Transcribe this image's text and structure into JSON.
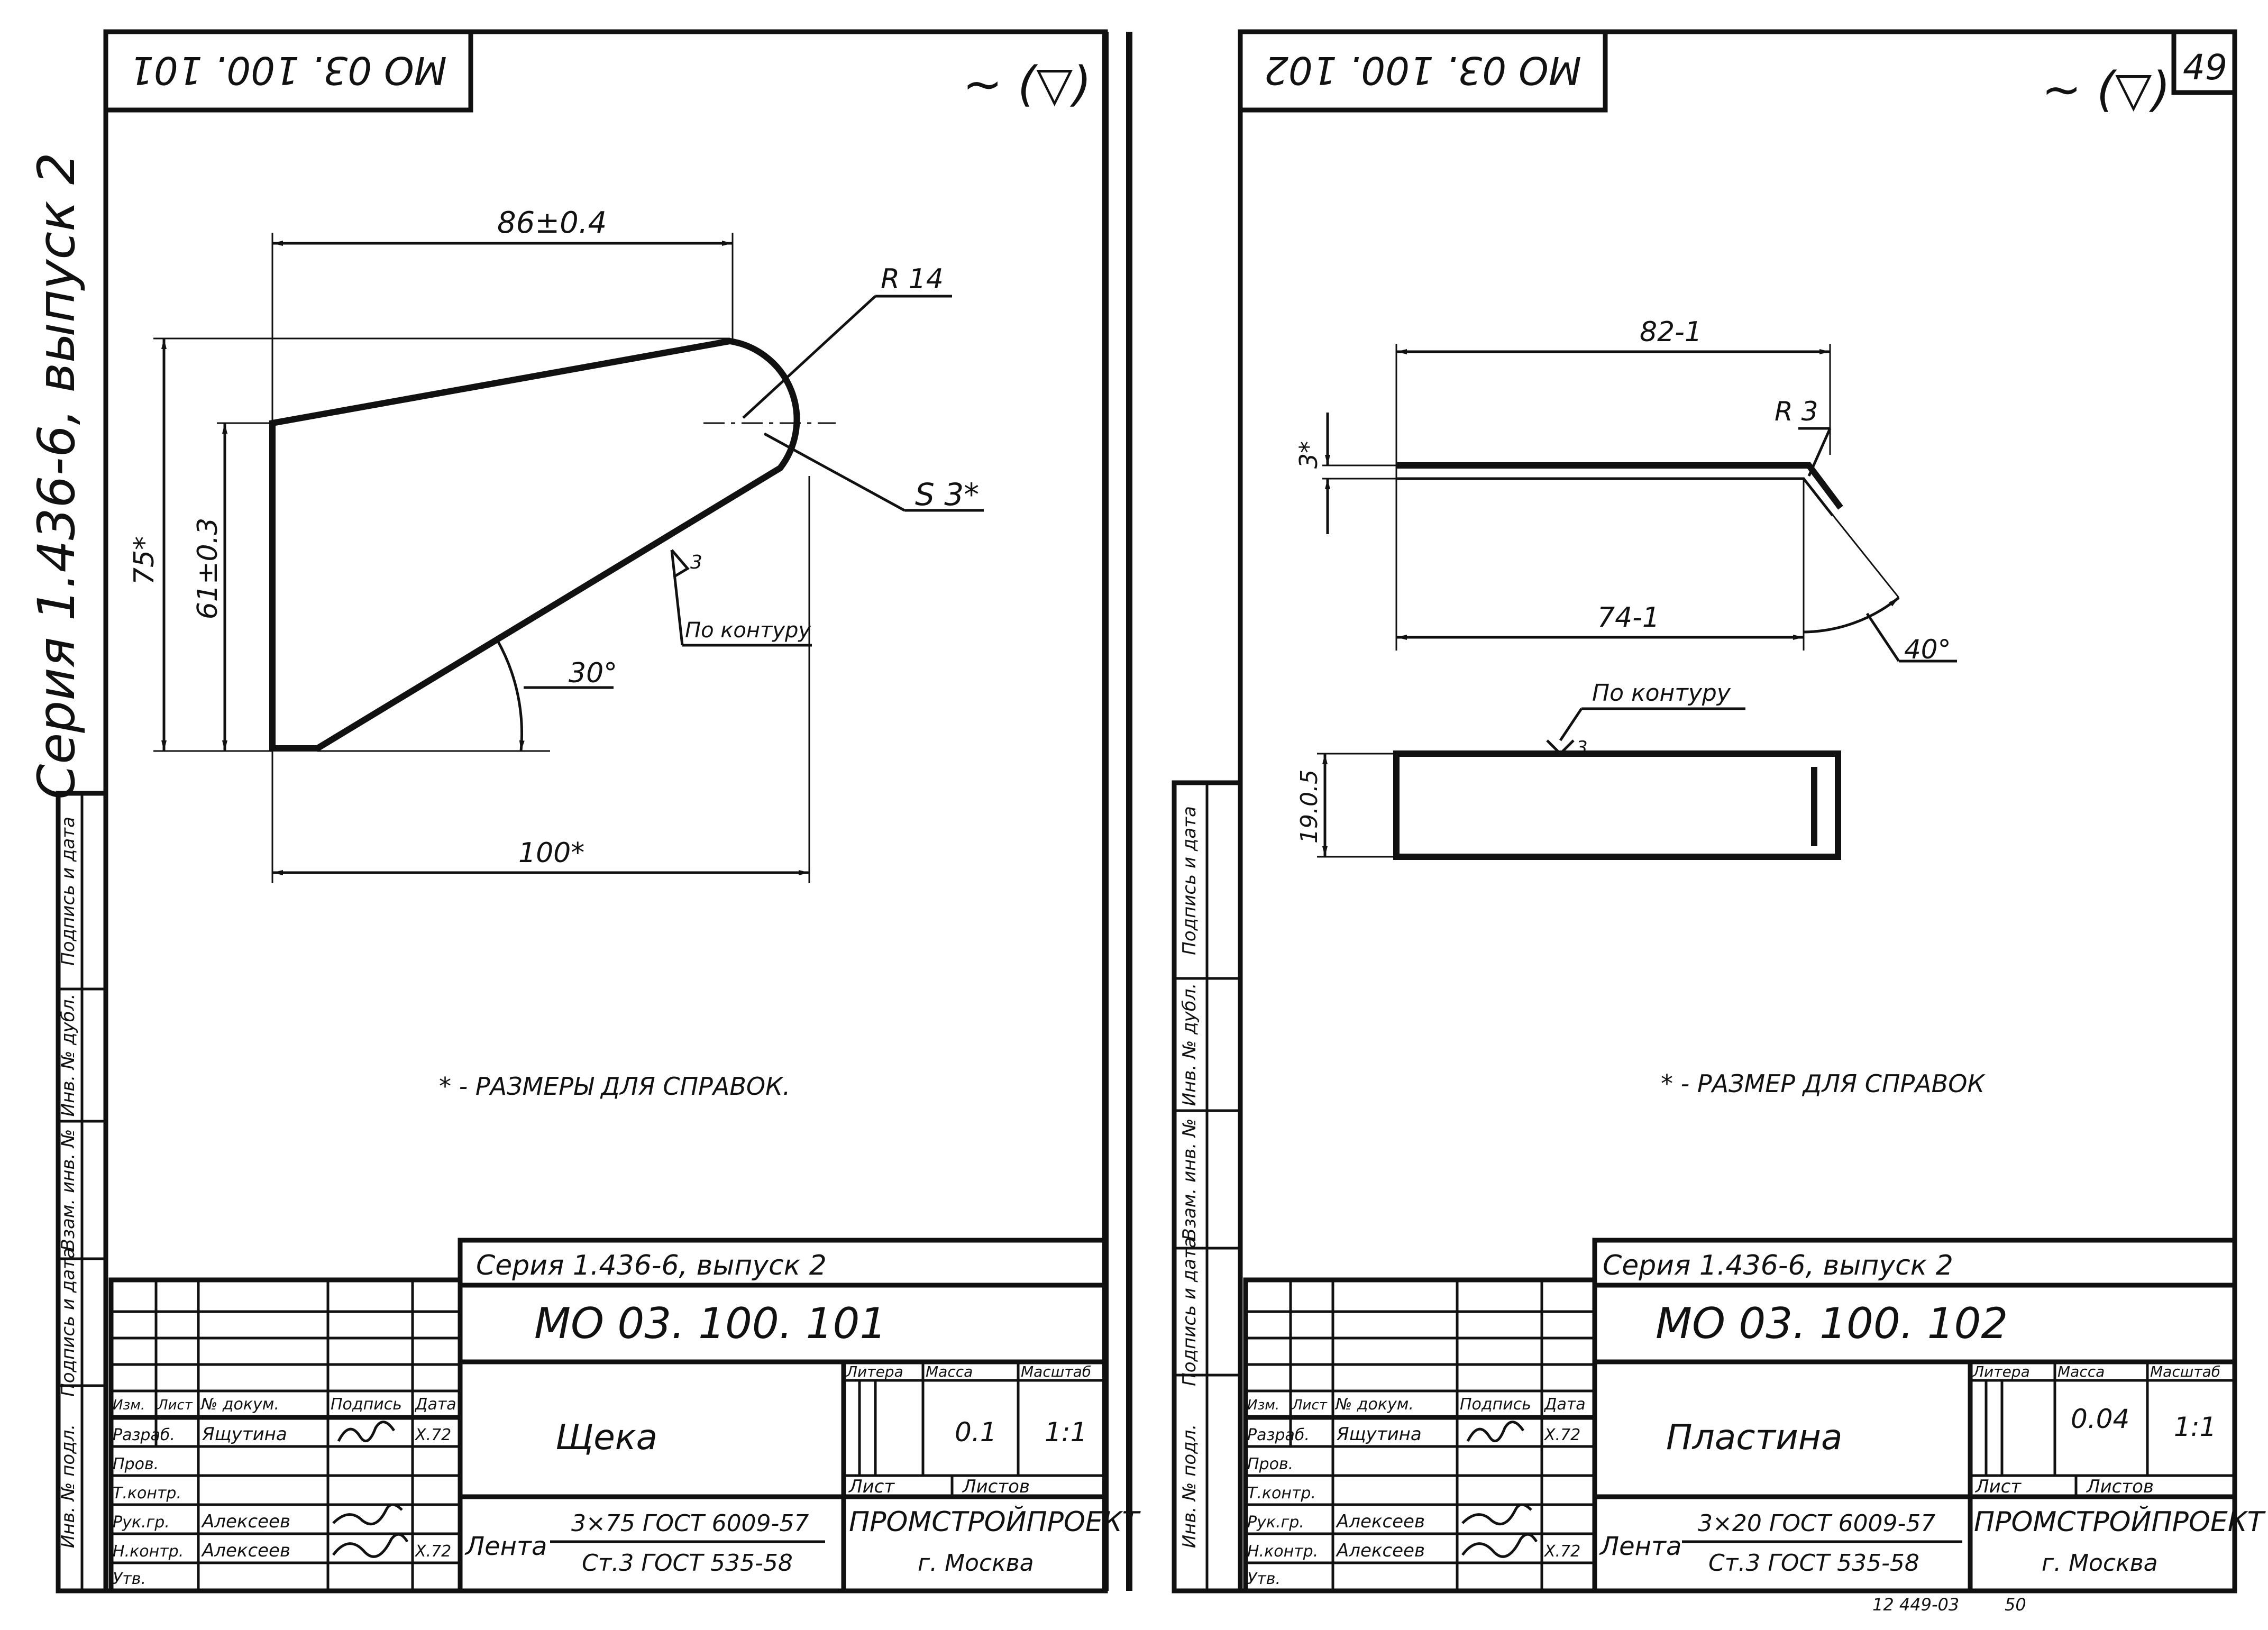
{
  "page_number": "49",
  "series_side": "Серия 1.436-6, выпуск 2",
  "footer_code": "12 449-03",
  "footer_num": "50",
  "side_stamp": {
    "left_labels": [
      "Инв. № подл.",
      "Подпись и дата",
      "Взам. инв. №",
      "Инв. № дубл.",
      "Подпись и дата"
    ],
    "right_labels": [
      "Инв. № подл.",
      "Подпись и дата",
      "Взам. инв. №",
      "Инв. № дубл.",
      "Подпись и дата"
    ]
  },
  "sheets": [
    {
      "corner_code": "МО 03. 100. 101",
      "roughness": "∼ (▽)",
      "dims": {
        "top": "86±0.4",
        "radius": "R 14",
        "s": "S 3*",
        "h75": "75*",
        "h61": "61±0.3",
        "angle": "30°",
        "contour": "По контуру",
        "weld": "3",
        "bottom": "100*"
      },
      "note": "* - РАЗМЕРЫ ДЛЯ СПРАВОК.",
      "title_block": {
        "series": "Серия 1.436-6, выпуск 2",
        "code": "МО 03. 100. 101",
        "name": "Щека",
        "hdr_izm": "Изм.",
        "hdr_list": "Лист",
        "hdr_doc": "№ докум.",
        "hdr_sign": "Подпись",
        "hdr_date": "Дата",
        "roles": [
          "Разраб.",
          "Пров.",
          "Т.контр.",
          "Рук.гр.",
          "Н.контр.",
          "Утв."
        ],
        "names": [
          "Ящутина",
          "",
          "",
          "Алексеев",
          "Алексеев",
          ""
        ],
        "date_dev": "Х.72",
        "date_nk": "Х.72",
        "litera": "Литера",
        "massa": "Масса",
        "masshtab": "Масштаб",
        "mass_val": "0.1",
        "scale_val": "1:1",
        "list": "Лист",
        "listov": "Листов",
        "material_label": "Лента",
        "material_top": "3×75 ГОСТ 6009-57",
        "material_bottom": "Ст.3 ГОСТ 535-58",
        "org": "ПРОМСТРОЙПРОЕКТ",
        "city": "г. Москва"
      }
    },
    {
      "corner_code": "МО 03. 100. 102",
      "roughness": "∼ (▽)",
      "dims": {
        "top": "82-1",
        "radius": "R 3",
        "thick": "3*",
        "bottom": "74-1",
        "angle": "40°",
        "contour": "По контуру",
        "weld": "3",
        "width": "19.0.5"
      },
      "note": "* - РАЗМЕР ДЛЯ СПРАВОК",
      "title_block": {
        "series": "Серия 1.436-6, выпуск 2",
        "code": "МО 03. 100. 102",
        "name": "Пластина",
        "hdr_izm": "Изм.",
        "hdr_list": "Лист",
        "hdr_doc": "№ докум.",
        "hdr_sign": "Подпись",
        "hdr_date": "Дата",
        "roles": [
          "Разраб.",
          "Пров.",
          "Т.контр.",
          "Рук.гр.",
          "Н.контр.",
          "Утв."
        ],
        "names": [
          "Ящутина",
          "",
          "",
          "Алексеев",
          "Алексеев",
          ""
        ],
        "date_dev": "Х.72",
        "date_nk": "Х.72",
        "litera": "Литера",
        "massa": "Масса",
        "masshtab": "Масштаб",
        "mass_val": "0.04",
        "scale_val": "1:1",
        "list": "Лист",
        "listov": "Листов",
        "material_label": "Лента",
        "material_top": "3×20 ГОСТ 6009-57",
        "material_bottom": "Ст.3 ГОСТ 535-58",
        "org": "ПРОМСТРОЙПРОЕКТ",
        "city": "г. Москва"
      }
    }
  ]
}
